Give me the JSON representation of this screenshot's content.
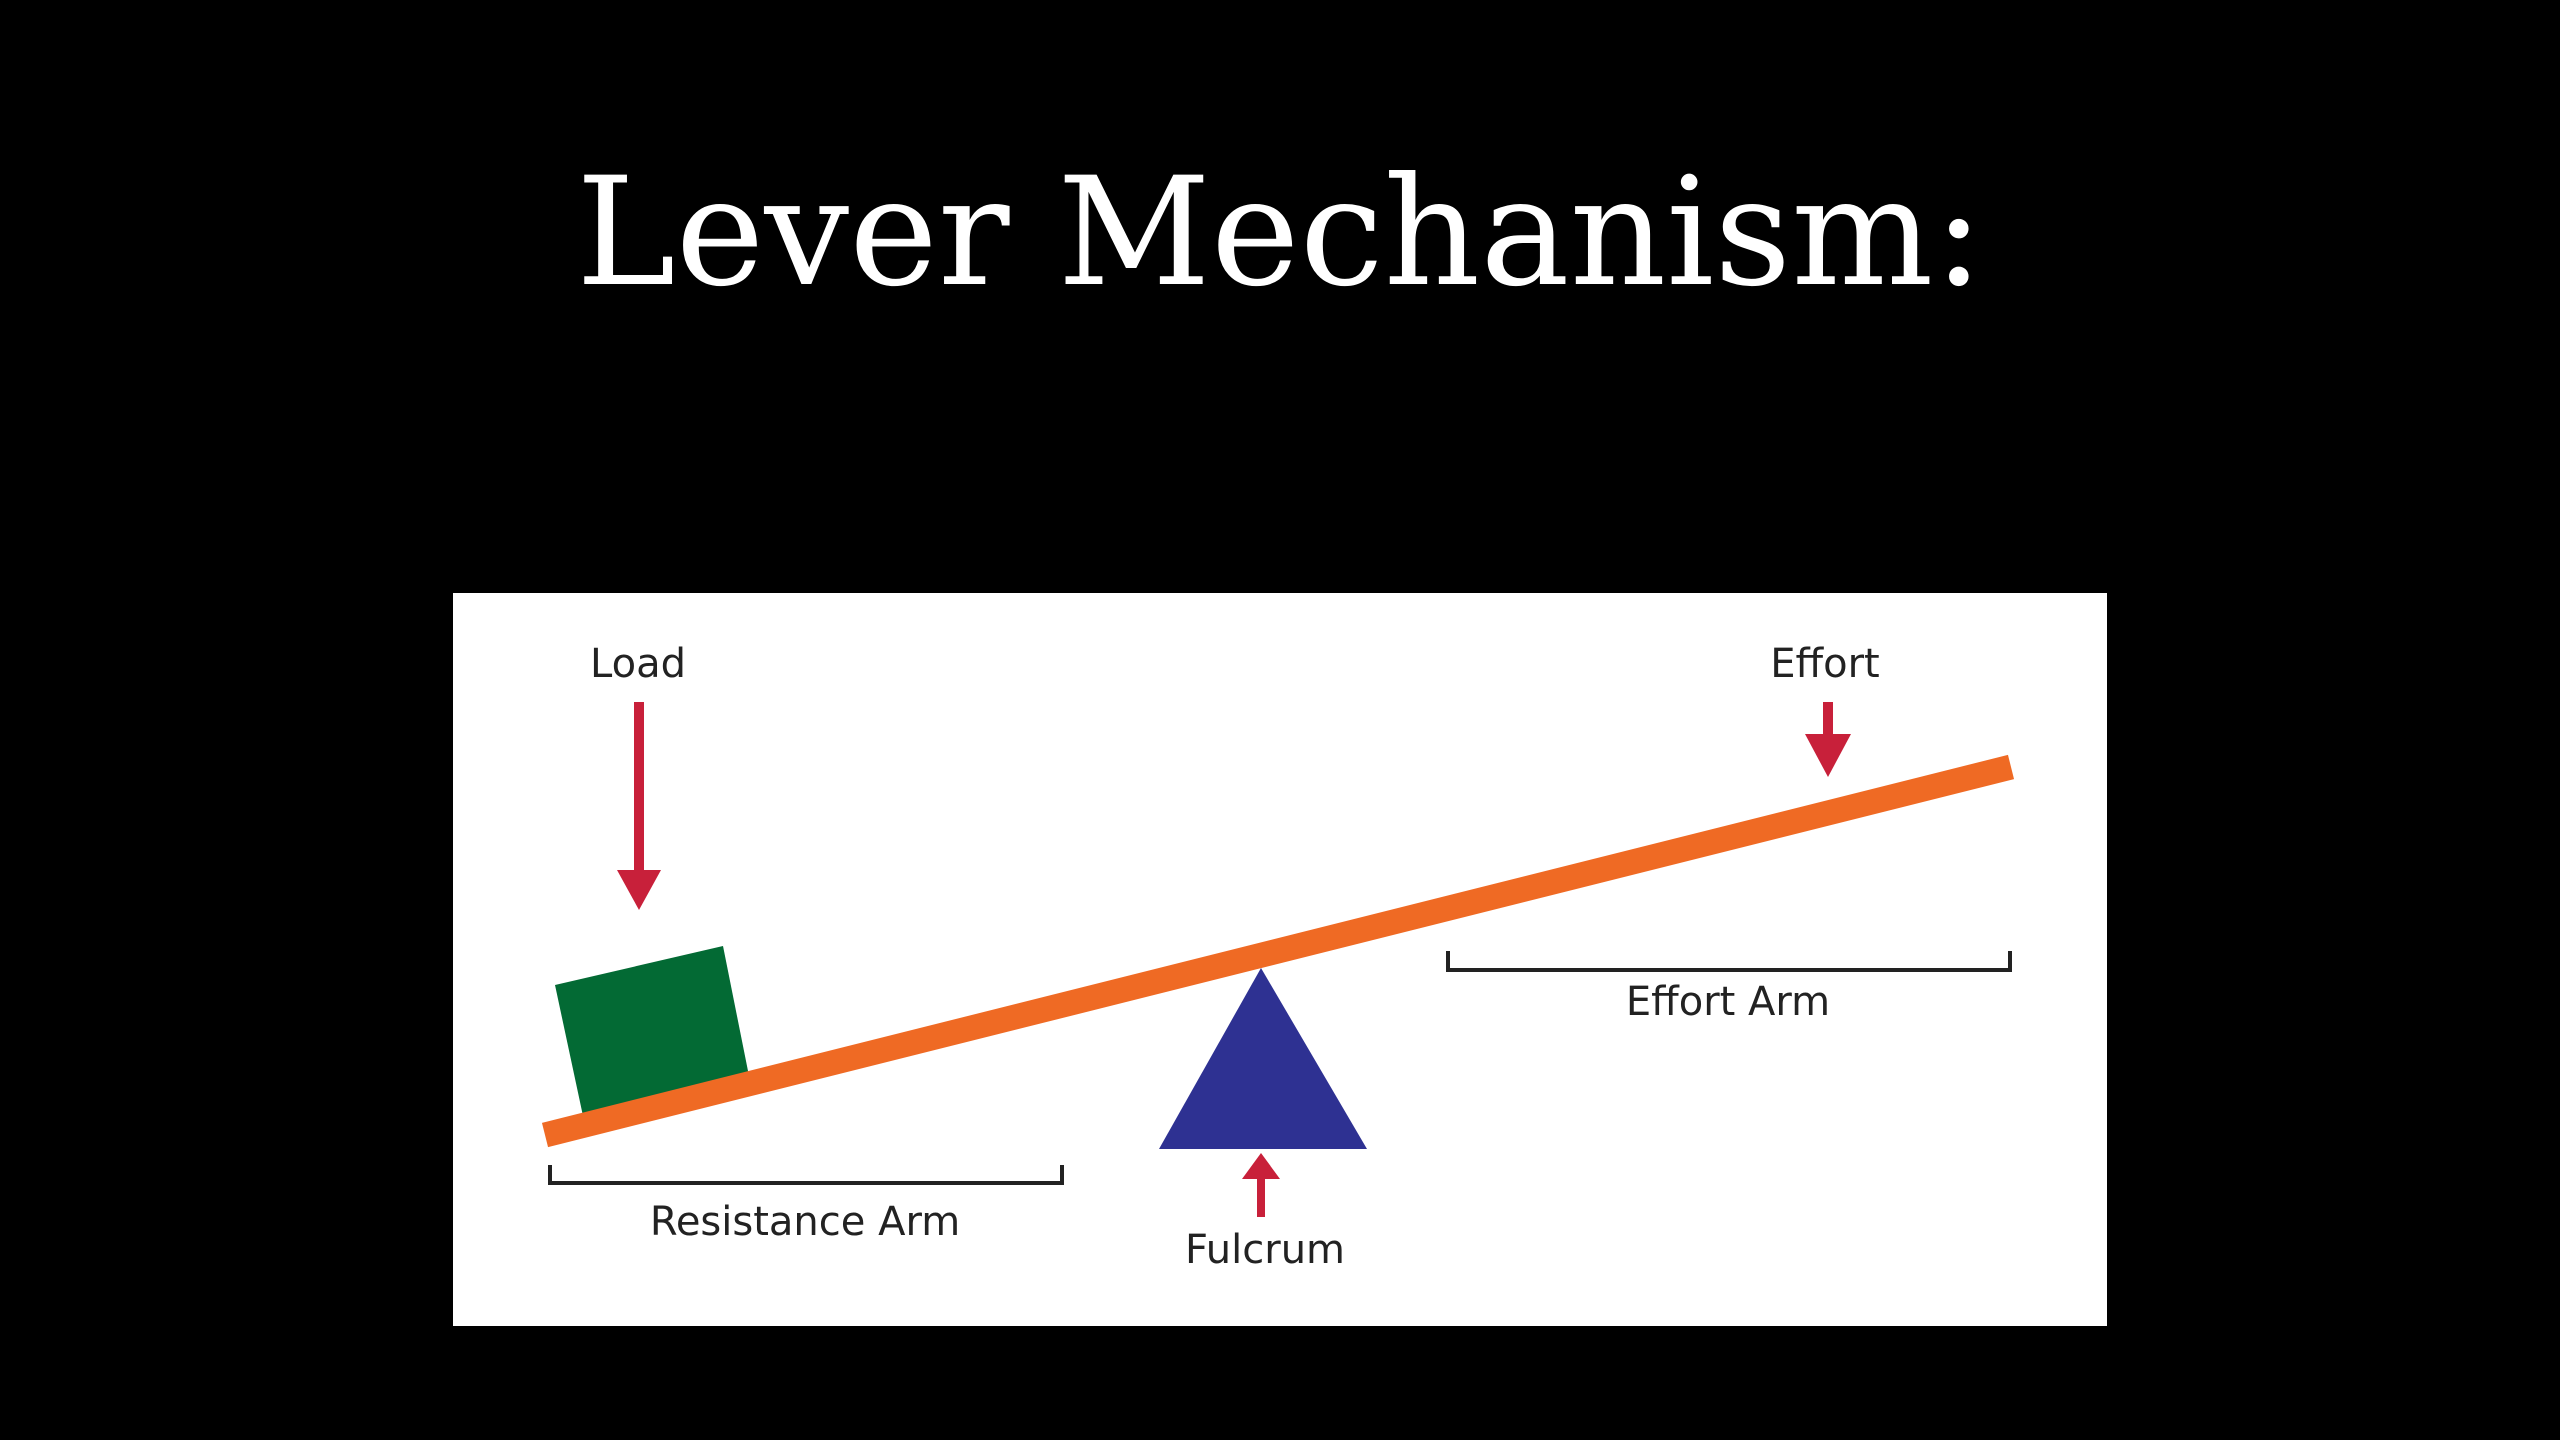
{
  "slide": {
    "title": "Lever Mechanism:"
  },
  "diagram": {
    "labels": {
      "load": "Load",
      "effort": "Effort",
      "effort_arm": "Effort Arm",
      "resistance_arm": "Resistance Arm",
      "fulcrum": "Fulcrum"
    },
    "colors": {
      "background": "#000000",
      "panel": "#ffffff",
      "lever_bar": "#ef6a24",
      "load_block": "#036a34",
      "fulcrum": "#2e3192",
      "arrows": "#c8203a",
      "bracket_lines": "#222222"
    }
  }
}
